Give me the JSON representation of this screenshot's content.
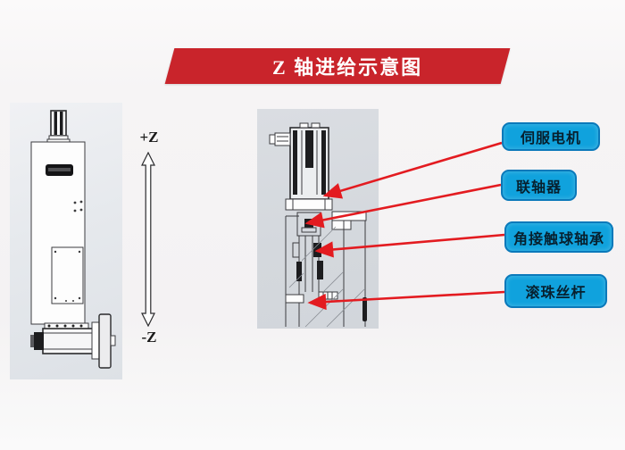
{
  "title": {
    "text": "Z 轴进给示意图"
  },
  "axis": {
    "plus_label": "+Z",
    "minus_label": "-Z"
  },
  "callouts": [
    {
      "label": "伺服电机"
    },
    {
      "label": "联轴器"
    },
    {
      "label": "角接触球轴承"
    },
    {
      "label": "滚珠丝杆"
    }
  ],
  "colors": {
    "banner_red": "#c9242b",
    "callout_blue": "#10a2dd",
    "callout_border": "#0a79ba",
    "leader_line_red": "#e31b20",
    "photo_bg": "#e6e9ed",
    "drawing_bg": "#d4d8dd"
  }
}
